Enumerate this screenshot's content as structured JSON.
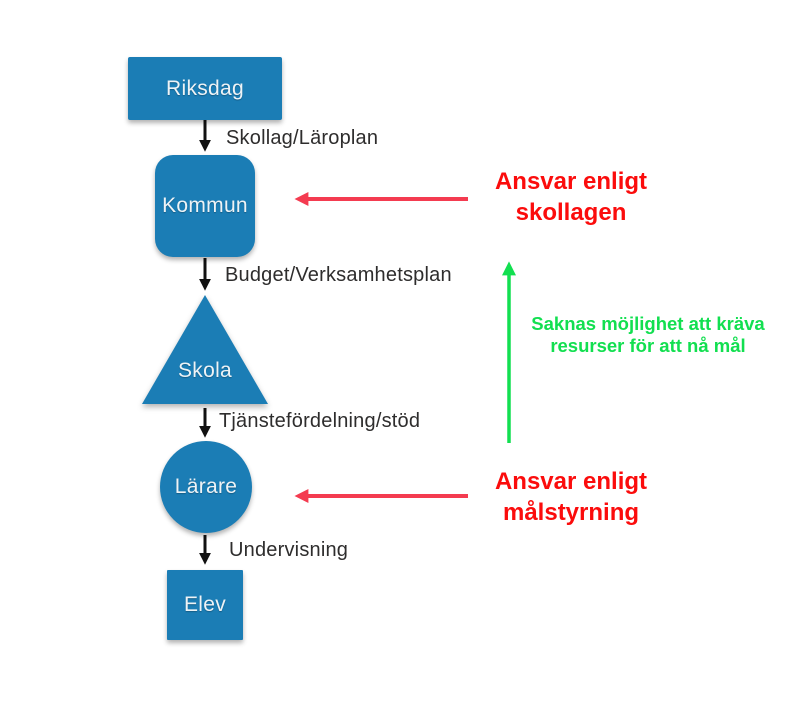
{
  "nodes": {
    "riksdag": {
      "label": "Riksdag",
      "shape": "rectangle"
    },
    "kommun": {
      "label": "Kommun",
      "shape": "rounded-square"
    },
    "skola": {
      "label": "Skola",
      "shape": "triangle"
    },
    "larare": {
      "label": "Lärare",
      "shape": "circle"
    },
    "elev": {
      "label": "Elev",
      "shape": "square"
    }
  },
  "edges": {
    "riksdag_kommun": {
      "label": "Skollag/Läroplan"
    },
    "kommun_skola": {
      "label": "Budget/Verksamhetsplan"
    },
    "skola_larare": {
      "label": "Tjänstefördelning/stöd"
    },
    "larare_elev": {
      "label": "Undervisning"
    }
  },
  "annotations": {
    "skollagen": {
      "line1": "Ansvar enligt",
      "line2": "skollagen",
      "points_at": "Kommun"
    },
    "malstyrning": {
      "line1": "Ansvar enligt",
      "line2": "målstyrning",
      "points_at": "Lärare"
    },
    "saknas": {
      "line1": "Saknas möjlighet att kräva",
      "line2": "resurser för att nå mål",
      "arrow_direction": "up"
    }
  },
  "colors": {
    "node_fill": "#1b7db5",
    "node_text": "#eef3f6",
    "edge_text": "#2e2d2d",
    "arrow_black": "#111111",
    "annotation_red_text": "#fb0c0c",
    "annotation_red_arrow": "#f43b50",
    "annotation_green": "#12df50"
  }
}
